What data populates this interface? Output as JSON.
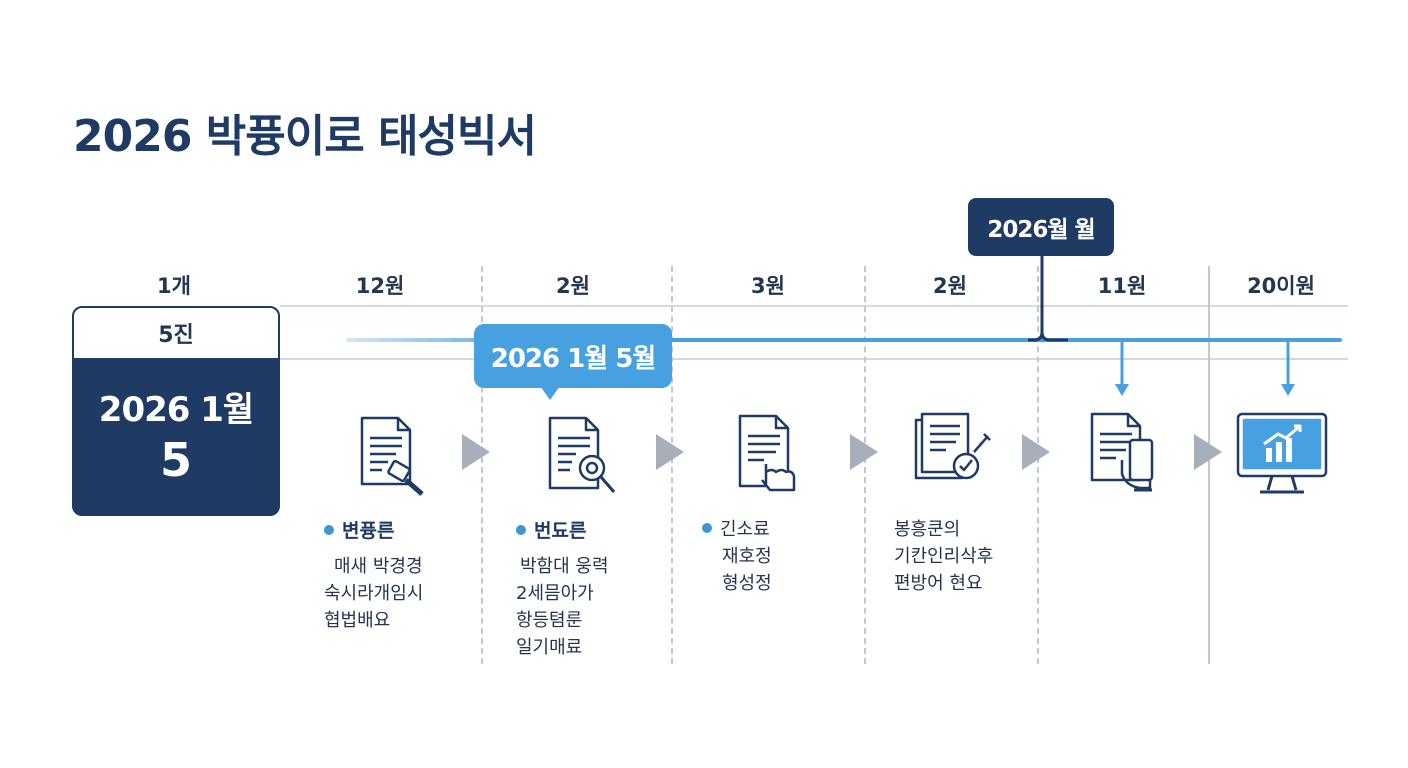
{
  "title": "2026 박퓽이로 태성빅서",
  "months": [
    "1개",
    "12원",
    "2원",
    "3원",
    "2원",
    "11원",
    "20이원"
  ],
  "start_card": {
    "top": "5진",
    "date": "2026 1월",
    "day": "5"
  },
  "callout_blue": "2026 1월 5월",
  "callout_navy": "2026월 월",
  "steps": [
    {
      "title": "변퓽른",
      "lines": [
        "매새 박경경",
        "숙시라개임시",
        "협법배요"
      ]
    },
    {
      "title": "번됴른",
      "lines": [
        "박함대 웅력",
        "2세믐아가",
        "항등텸룬",
        "일기매료"
      ]
    },
    {
      "title": "",
      "lines": [
        "긴소료",
        "재호정",
        "형성정"
      ]
    },
    {
      "title": "",
      "lines": [
        "봉흥쿤의",
        "기칸인리삭후",
        "편방어 현요"
      ]
    }
  ],
  "colors": {
    "navy": "#1f3a63",
    "blue": "#47a1e0",
    "gray": "#c2c8d1",
    "chevron": "#a7afbb"
  },
  "icons": [
    "document-scanner-icon",
    "document-search-icon",
    "document-touch-icon",
    "document-check-icon",
    "document-hand-icon",
    "monitor-chart-icon"
  ]
}
